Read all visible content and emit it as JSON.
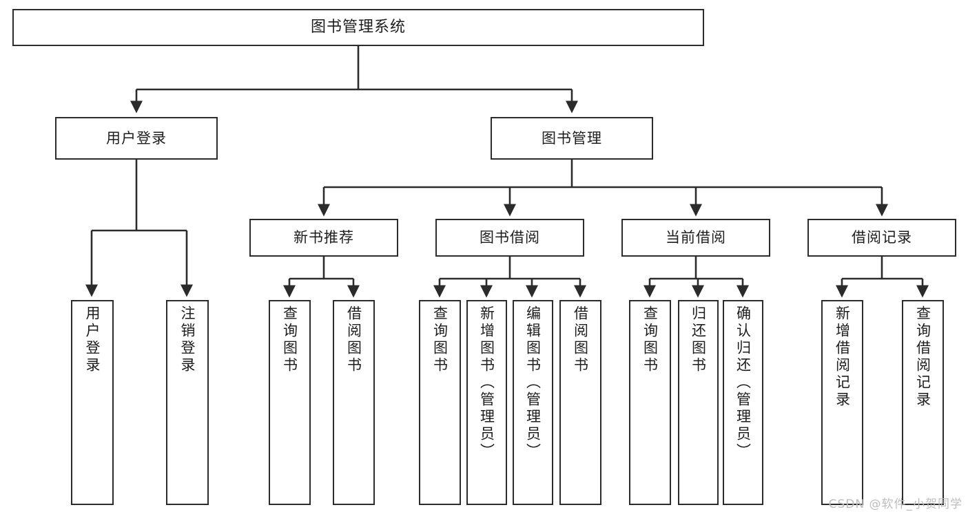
{
  "diagram": {
    "title": "图书管理系统",
    "type": "tree-hierarchy",
    "stroke_color": "#2b2b2b",
    "fill_color": "#ffffff",
    "text_color": "#1d1d1d",
    "watermark": "CSDN @软件_小贺同学",
    "nodes": {
      "root": {
        "label": "图书管理系统"
      },
      "level1": [
        {
          "id": "user-login",
          "label": "用户登录"
        },
        {
          "id": "book-manage",
          "label": "图书管理"
        }
      ],
      "level2": [
        {
          "id": "new-book-recommend",
          "label": "新书推荐"
        },
        {
          "id": "book-borrow",
          "label": "图书借阅"
        },
        {
          "id": "current-borrow",
          "label": "当前借阅"
        },
        {
          "id": "borrow-record",
          "label": "借阅记录"
        }
      ],
      "leaves": {
        "user-login": [
          {
            "id": "leaf-user-login",
            "label": "用户登录"
          },
          {
            "id": "leaf-logout",
            "label": "注销登录"
          }
        ],
        "new-book-recommend": [
          {
            "id": "leaf-query-book-1",
            "label": "查询图书"
          },
          {
            "id": "leaf-borrow-book-1",
            "label": "借阅图书"
          }
        ],
        "book-borrow": [
          {
            "id": "leaf-query-book-2",
            "label": "查询图书"
          },
          {
            "id": "leaf-add-book",
            "label": "新增图书（管理员）"
          },
          {
            "id": "leaf-edit-book",
            "label": "编辑图书（管理员）"
          },
          {
            "id": "leaf-borrow-book-2",
            "label": "借阅图书"
          }
        ],
        "current-borrow": [
          {
            "id": "leaf-query-book-3",
            "label": "查询图书"
          },
          {
            "id": "leaf-return-book",
            "label": "归还图书"
          },
          {
            "id": "leaf-confirm-return",
            "label": "确认归还（管理员）"
          }
        ],
        "borrow-record": [
          {
            "id": "leaf-add-record",
            "label": "新增借阅记录"
          },
          {
            "id": "leaf-query-record",
            "label": "查询借阅记录"
          }
        ]
      }
    }
  }
}
